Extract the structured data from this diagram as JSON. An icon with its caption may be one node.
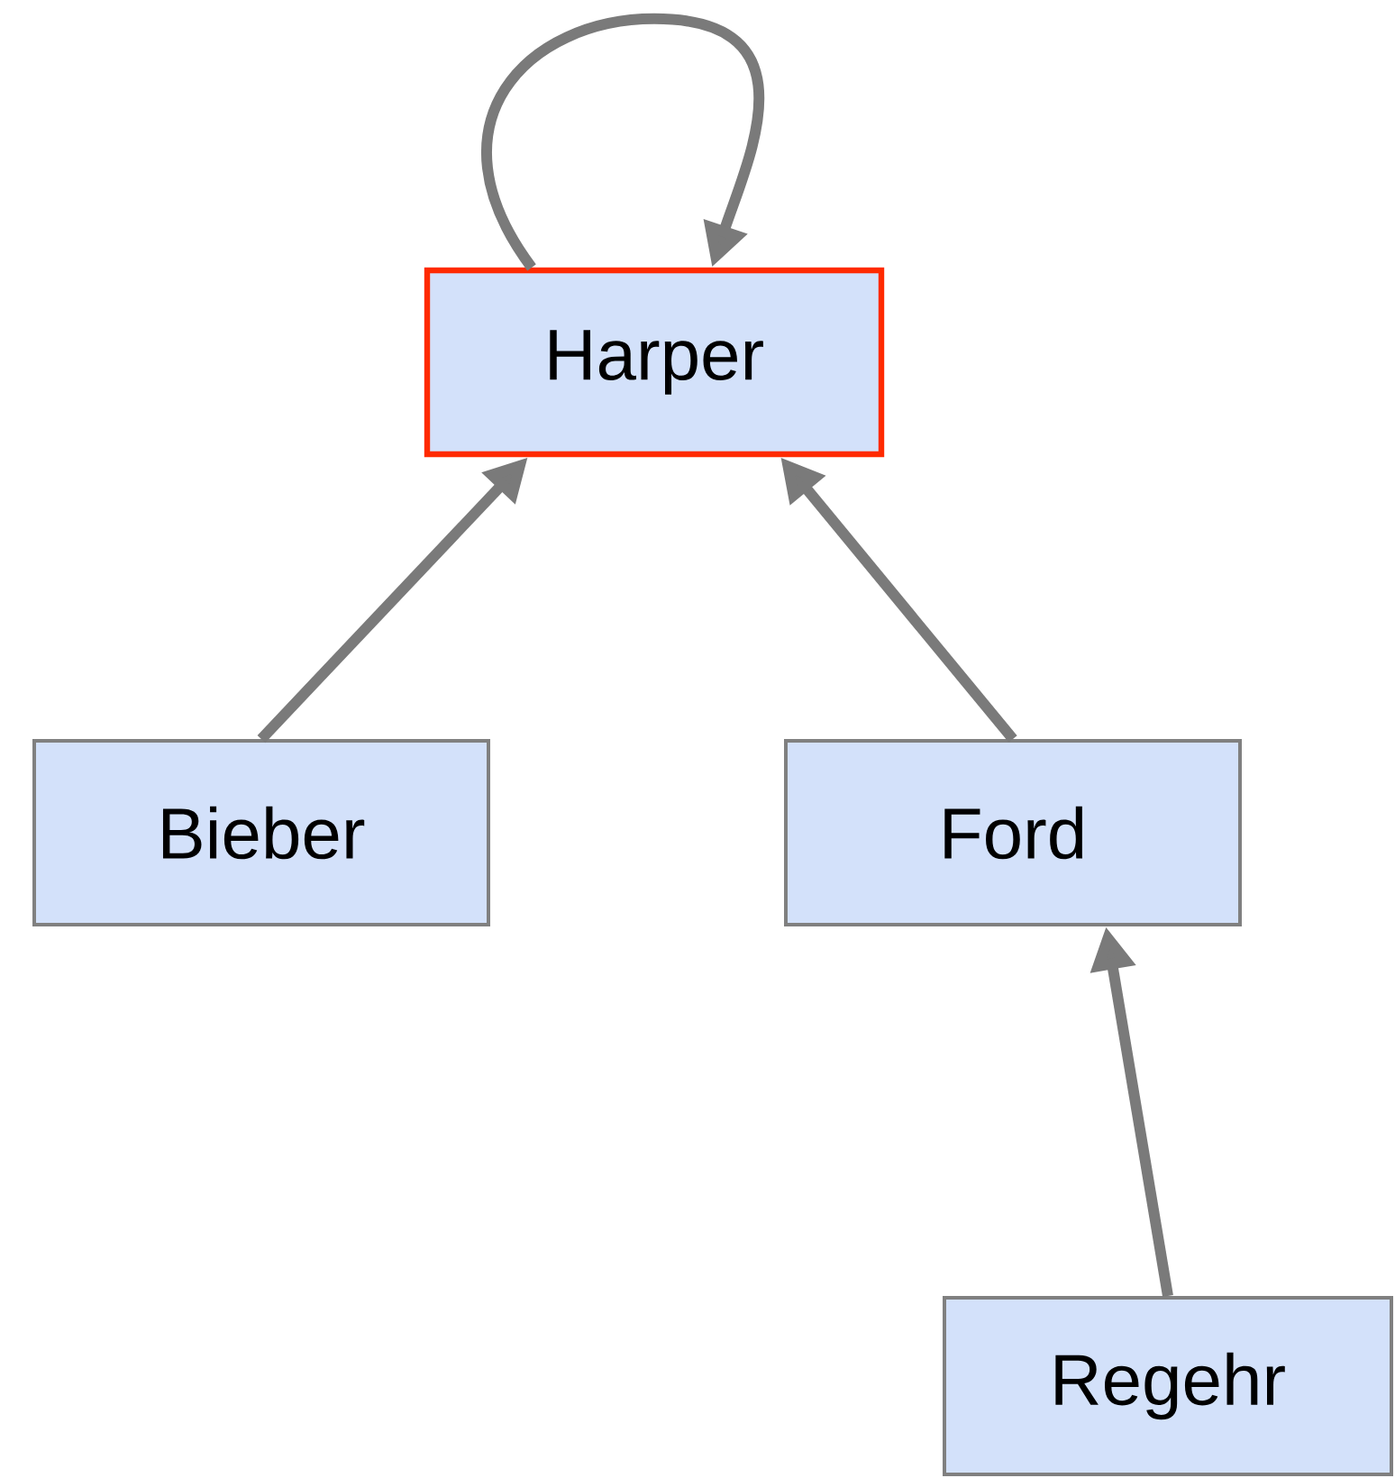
{
  "diagram": {
    "nodes": [
      {
        "text": [
          "Harper"
        ]
      },
      {
        "text": [
          "Bieber"
        ]
      },
      {
        "text": [
          "Ford"
        ]
      },
      {
        "text": [
          "Regehr"
        ]
      }
    ],
    "edges": [
      {
        "from": 0,
        "to": 0,
        "arrow": "to"
      },
      {
        "from": 1,
        "to": 0,
        "arrow": "to"
      },
      {
        "from": 2,
        "to": 0,
        "arrow": "to"
      },
      {
        "from": 3,
        "to": 2,
        "arrow": "to"
      }
    ]
  }
}
